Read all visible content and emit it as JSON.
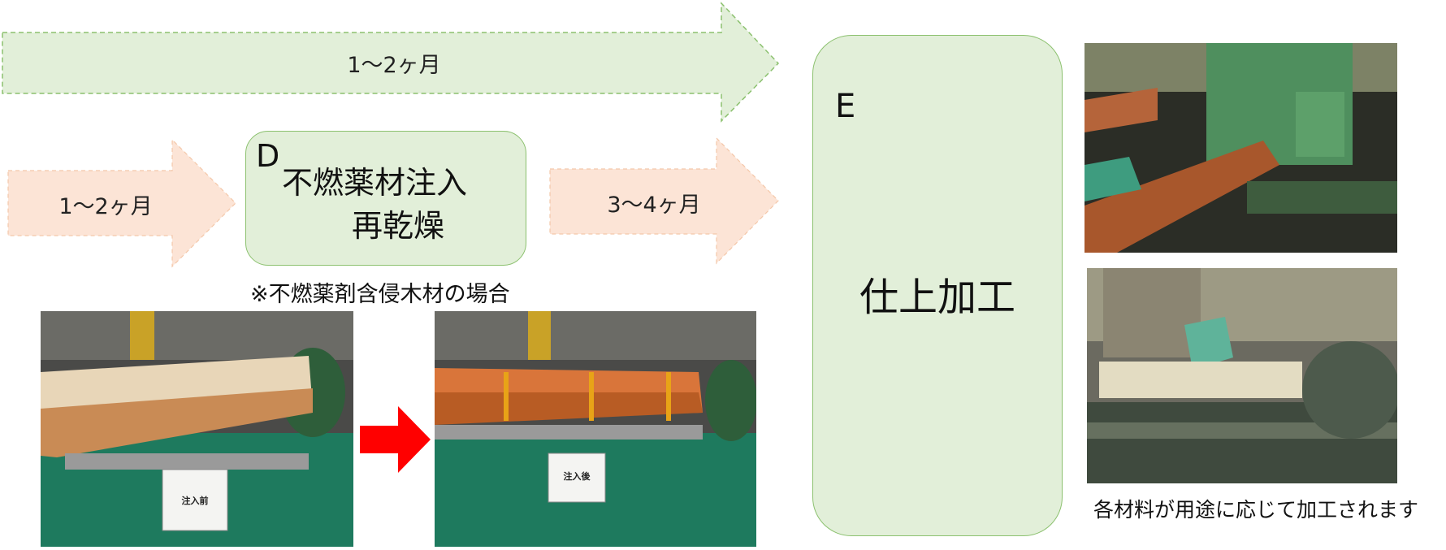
{
  "top_arrow": {
    "label": "1〜2ヶ月"
  },
  "left_arrow": {
    "label": "1〜2ヶ月"
  },
  "right_arrow": {
    "label": "3〜4ヶ月"
  },
  "step_d": {
    "letter": "D",
    "line1": "不燃薬材注入",
    "line2": "再乾燥",
    "note": "※不燃薬剤含侵木材の場合"
  },
  "step_e": {
    "letter": "E",
    "title": "仕上加工"
  },
  "photos": {
    "before": {
      "sign": "注入前"
    },
    "after": {
      "sign": "注入後"
    }
  },
  "caption_right": "各材料が用途に応じて加工されます",
  "colors": {
    "green_fill": "#e2efd9",
    "green_border": "#8cc16f",
    "peach_fill": "#fce4d6",
    "red_arrow": "#ff0000",
    "floor_green": "#1e7a5e"
  }
}
